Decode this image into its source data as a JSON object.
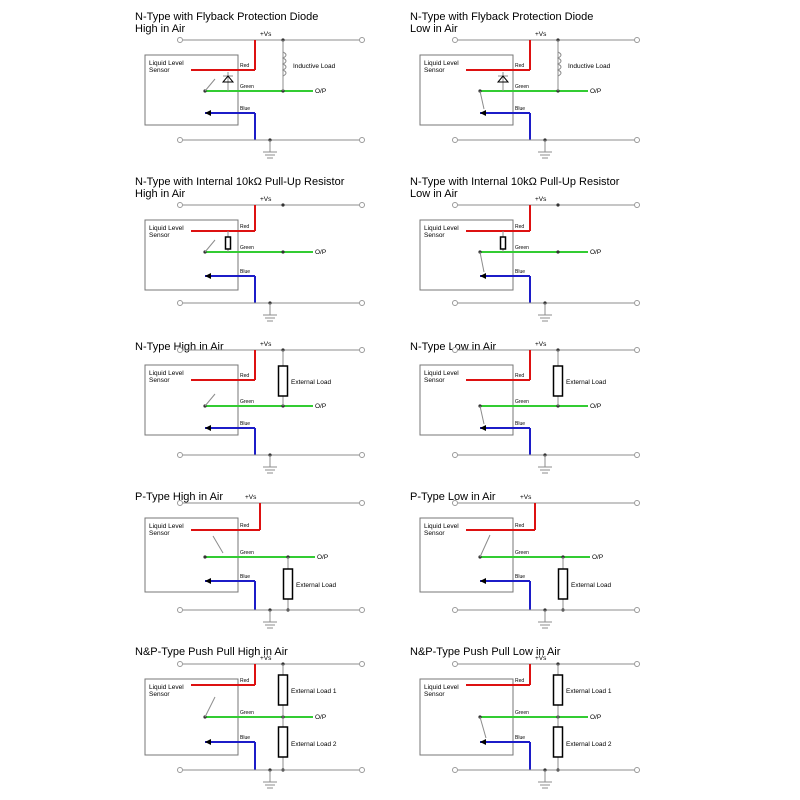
{
  "panels": [
    {
      "title1": "N-Type with Flyback Protection Diode",
      "title2": "High in Air",
      "type": "flyback",
      "switch": "high",
      "vs": "+Vs",
      "sensor1": "Liquid Level",
      "sensor2": "Sensor",
      "red": "Red",
      "green": "Green",
      "blue": "Blue",
      "out": "O/P",
      "load1": "Inductive Load"
    },
    {
      "title1": "N-Type with Flyback Protection Diode",
      "title2": "Low in Air",
      "type": "flyback",
      "switch": "low",
      "vs": "+Vs",
      "sensor1": "Liquid Level",
      "sensor2": "Sensor",
      "red": "Red",
      "green": "Green",
      "blue": "Blue",
      "out": "O/P",
      "load1": "Inductive Load"
    },
    {
      "title1": "N-Type with Internal 10kΩ Pull-Up Resistor",
      "title2": "High in Air",
      "type": "pullup",
      "switch": "high",
      "vs": "+Vs",
      "sensor1": "Liquid Level",
      "sensor2": "Sensor",
      "red": "Red",
      "green": "Green",
      "blue": "Blue",
      "out": "O/P"
    },
    {
      "title1": "N-Type with Internal 10kΩ Pull-Up Resistor",
      "title2": "Low in Air",
      "type": "pullup",
      "switch": "low",
      "vs": "+Vs",
      "sensor1": "Liquid Level",
      "sensor2": "Sensor",
      "red": "Red",
      "green": "Green",
      "blue": "Blue",
      "out": "O/P"
    },
    {
      "title1": "N-Type High in Air",
      "title2": "",
      "type": "ntype",
      "switch": "high",
      "vs": "+Vs",
      "sensor1": "Liquid Level",
      "sensor2": "Sensor",
      "red": "Red",
      "green": "Green",
      "blue": "Blue",
      "out": "O/P",
      "load1": "External Load"
    },
    {
      "title1": "N-Type Low in Air",
      "title2": "",
      "type": "ntype",
      "switch": "low",
      "vs": "+Vs",
      "sensor1": "Liquid Level",
      "sensor2": "Sensor",
      "red": "Red",
      "green": "Green",
      "blue": "Blue",
      "out": "O/P",
      "load1": "External Load"
    },
    {
      "title1": "P-Type High in Air",
      "title2": "",
      "type": "ptype",
      "switch": "high",
      "vs": "+Vs",
      "sensor1": "Liquid Level",
      "sensor2": "Sensor",
      "red": "Red",
      "green": "Green",
      "blue": "Blue",
      "out": "O/P",
      "load1": "External Load"
    },
    {
      "title1": "P-Type Low in Air",
      "title2": "",
      "type": "ptype",
      "switch": "low",
      "vs": "+Vs",
      "sensor1": "Liquid Level",
      "sensor2": "Sensor",
      "red": "Red",
      "green": "Green",
      "blue": "Blue",
      "out": "O/P",
      "load1": "External Load"
    },
    {
      "title1": "N&P-Type Push Pull High in Air",
      "title2": "",
      "type": "pushpull",
      "switch": "high",
      "vs": "+Vs",
      "sensor1": "Liquid Level",
      "sensor2": "Sensor",
      "red": "Red",
      "green": "Green",
      "blue": "Blue",
      "out": "O/P",
      "load1": "External Load 1",
      "load2": "External Load 2"
    },
    {
      "title1": "N&P-Type Push Pull Low in Air",
      "title2": "",
      "type": "pushpull",
      "switch": "low",
      "vs": "+Vs",
      "sensor1": "Liquid Level",
      "sensor2": "Sensor",
      "red": "Red",
      "green": "Green",
      "blue": "Blue",
      "out": "O/P",
      "load1": "External Load 1",
      "load2": "External Load 2"
    }
  ],
  "colors": {
    "red": "#dd1111",
    "green": "#33cc33",
    "blue": "#1c1cc8",
    "wire": "#8c8c8c"
  }
}
